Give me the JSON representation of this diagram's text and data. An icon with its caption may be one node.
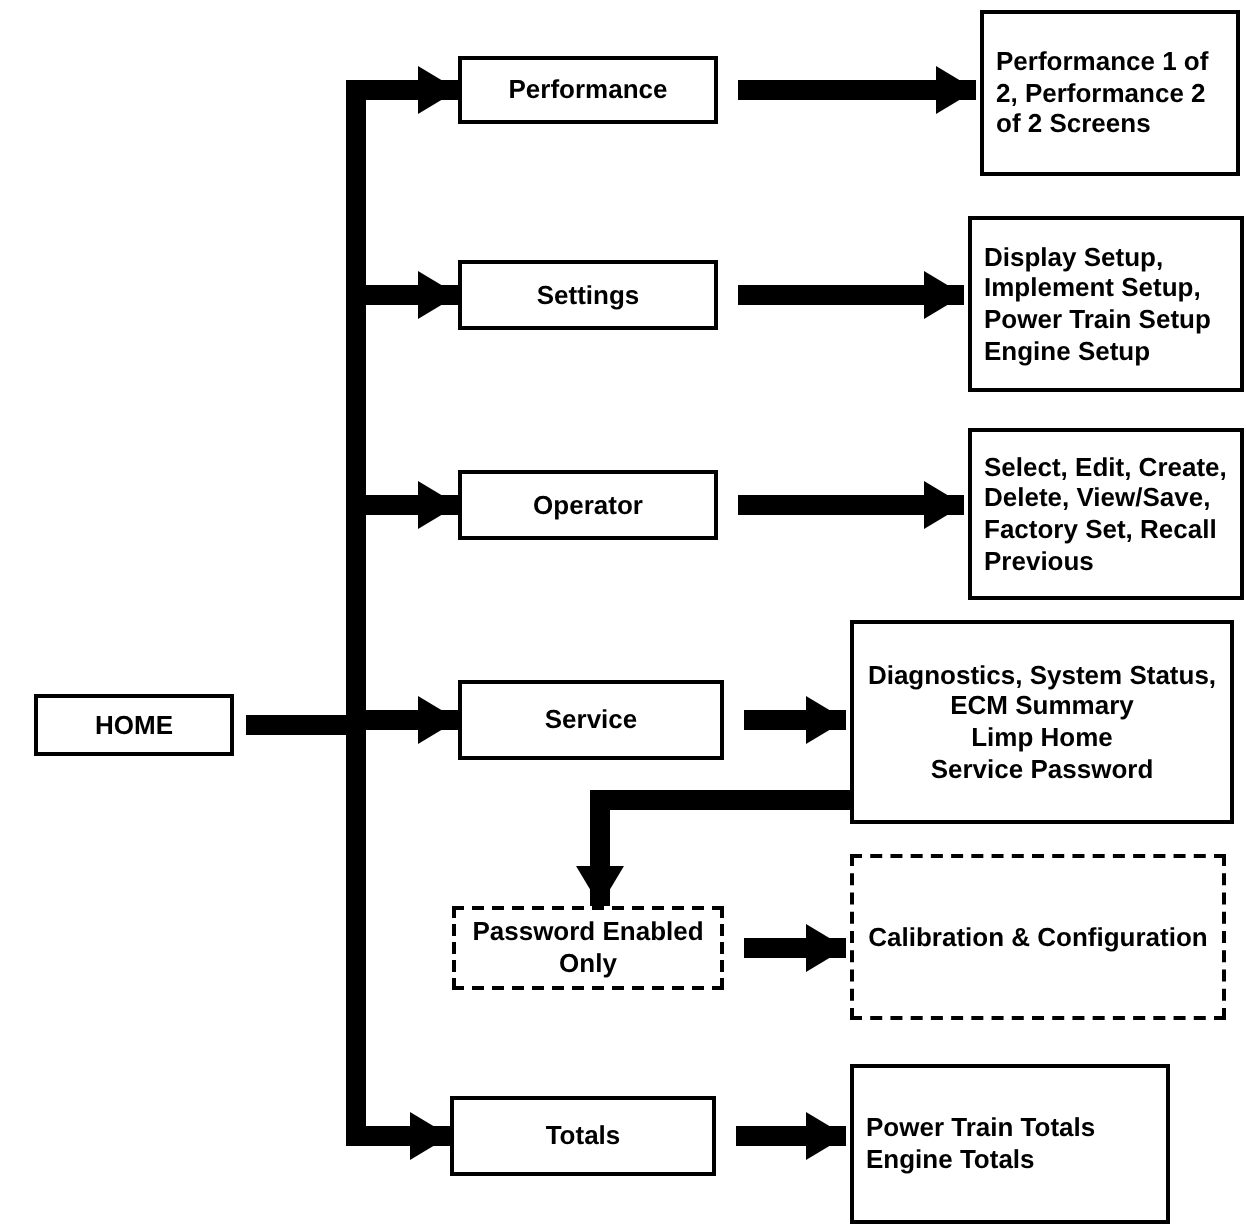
{
  "diagram": {
    "nodes": [
      {
        "text": [
          "HOME"
        ]
      },
      {
        "text": [
          "Performance"
        ]
      },
      {
        "text": [
          "Performance 1 of 2, Performance 2 of 2 Screens"
        ]
      },
      {
        "text": [
          "Settings"
        ]
      },
      {
        "text": [
          "Display Setup, Implement Setup, Power Train Setup Engine Setup"
        ]
      },
      {
        "text": [
          "Operator"
        ]
      },
      {
        "text": [
          "Select, Edit, Create, Delete, View/Save, Factory Set, Recall Previous"
        ]
      },
      {
        "text": [
          "Service"
        ]
      },
      {
        "text": [
          "Diagnostics, System Status, ECM Summary",
          "Limp Home",
          "Service Password"
        ]
      },
      {
        "text": [
          "Password Enabled Only"
        ]
      },
      {
        "text": [
          "Calibration & Configuration"
        ]
      },
      {
        "text": [
          "Totals"
        ]
      },
      {
        "text": [
          "Power Train Totals Engine Totals"
        ]
      }
    ],
    "edges": [
      {
        "from": 0,
        "to": 1,
        "arrow": "to"
      },
      {
        "from": 0,
        "to": 3,
        "arrow": "to"
      },
      {
        "from": 0,
        "to": 5,
        "arrow": "to"
      },
      {
        "from": 0,
        "to": 7,
        "arrow": "to"
      },
      {
        "from": 0,
        "to": 11,
        "arrow": "to"
      },
      {
        "from": 1,
        "to": 2,
        "arrow": "to"
      },
      {
        "from": 3,
        "to": 4,
        "arrow": "to"
      },
      {
        "from": 5,
        "to": 6,
        "arrow": "to"
      },
      {
        "from": 7,
        "to": 8,
        "arrow": "to"
      },
      {
        "from": 8,
        "to": 9,
        "arrow": "to"
      },
      {
        "from": 9,
        "to": 10,
        "arrow": "to"
      },
      {
        "from": 11,
        "to": 12,
        "arrow": "to"
      }
    ]
  }
}
